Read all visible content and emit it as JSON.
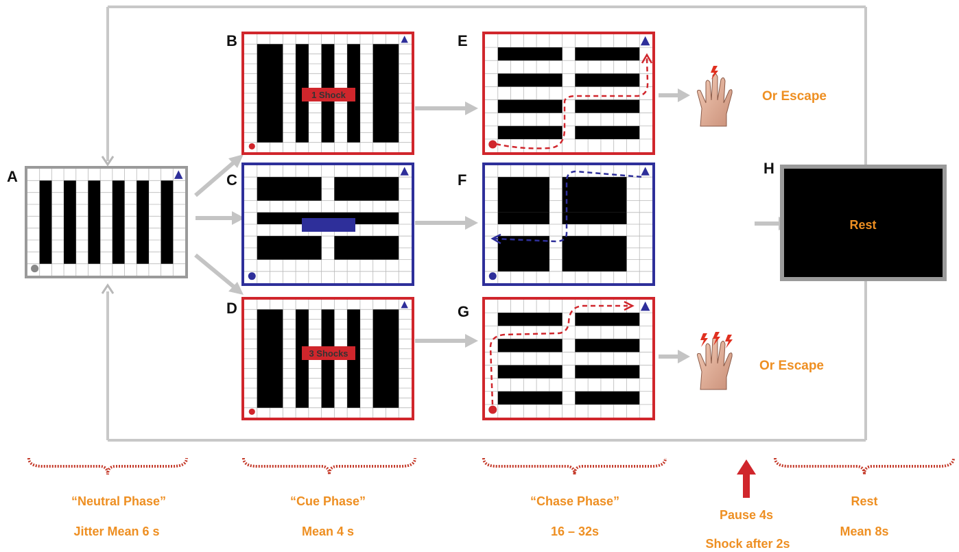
{
  "panels": {
    "A": {
      "letter": "A"
    },
    "B": {
      "letter": "B",
      "label": "1 Shock"
    },
    "C": {
      "letter": "C"
    },
    "D": {
      "letter": "D",
      "label": "3 Shocks"
    },
    "E": {
      "letter": "E"
    },
    "F": {
      "letter": "F"
    },
    "G": {
      "letter": "G"
    },
    "H": {
      "letter": "H",
      "label": "Rest"
    }
  },
  "outcomes": {
    "top": "Or Escape",
    "bottom": "Or Escape"
  },
  "phases": [
    {
      "name": "“Neutral Phase”",
      "duration": "Jitter Mean 6 s"
    },
    {
      "name": "“Cue Phase”",
      "duration": "Mean 4 s"
    },
    {
      "name": "“Chase Phase”",
      "duration": "16 – 32s"
    },
    {
      "name": "Pause 4s",
      "duration": "Shock after 2s"
    },
    {
      "name": "Rest",
      "duration": "Mean 8s"
    }
  ],
  "colors": {
    "threat": "#d0262c",
    "safe": "#2e2f9a",
    "neutral": "#9a9a9a",
    "accent": "#ee8f22",
    "wall": "#000000",
    "arrow": "#c4c4c4"
  }
}
